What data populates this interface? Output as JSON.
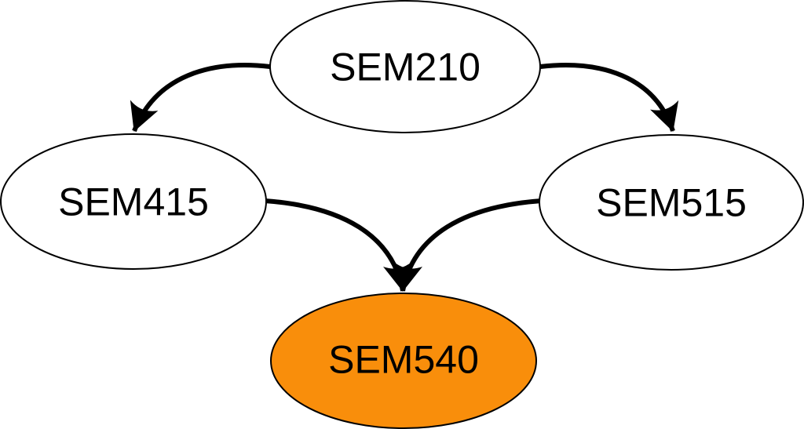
{
  "diagram": {
    "title": "course-prerequisite-graph",
    "type": "directed-graph",
    "background": "#FFFFFF",
    "edge_color": "#000000",
    "node_border_color": "#000000",
    "text_color": "#000000",
    "highlight_color": "#F98E0B",
    "nodes": [
      {
        "id": "SEM210",
        "label": "SEM210",
        "fill": "#FFFFFF",
        "highlighted": false
      },
      {
        "id": "SEM415",
        "label": "SEM415",
        "fill": "#FFFFFF",
        "highlighted": false
      },
      {
        "id": "SEM515",
        "label": "SEM515",
        "fill": "#FFFFFF",
        "highlighted": false
      },
      {
        "id": "SEM540",
        "label": "SEM540",
        "fill": "#F98E0B",
        "highlighted": true
      }
    ],
    "edges": [
      {
        "from": "SEM210",
        "to": "SEM415"
      },
      {
        "from": "SEM210",
        "to": "SEM515"
      },
      {
        "from": "SEM415",
        "to": "SEM540"
      },
      {
        "from": "SEM515",
        "to": "SEM540"
      }
    ]
  }
}
